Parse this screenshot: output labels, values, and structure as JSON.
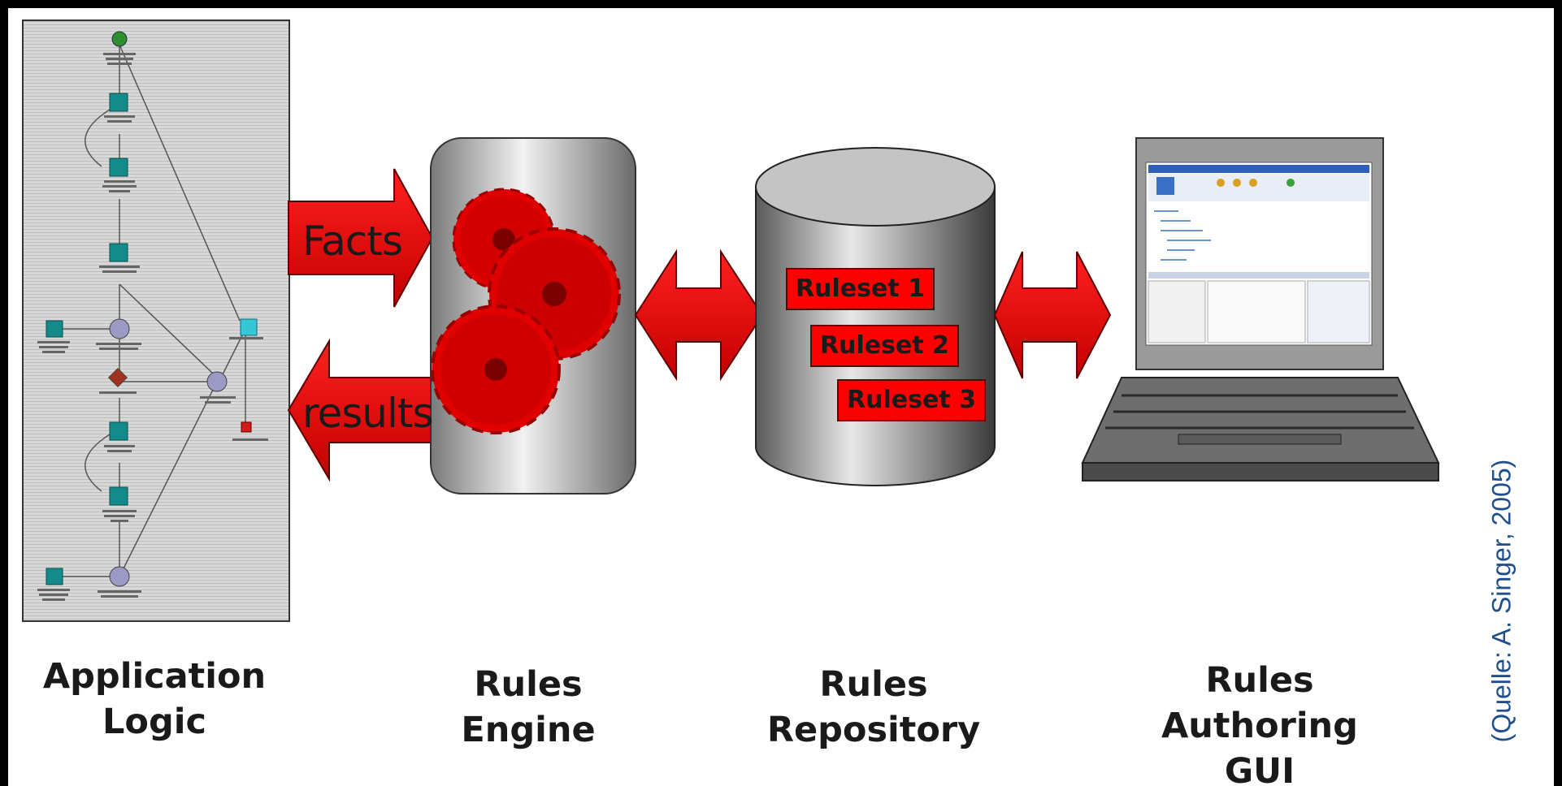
{
  "components": {
    "application_logic": {
      "line1": "Application",
      "line2": "Logic"
    },
    "rules_engine": {
      "line1": "Rules",
      "line2": "Engine"
    },
    "rules_repository": {
      "line1": "Rules",
      "line2": "Repository"
    },
    "rules_authoring_gui": {
      "line1": "Rules",
      "line2": "Authoring",
      "line3": "GUI"
    }
  },
  "arrows": {
    "facts": "Facts",
    "results": "results"
  },
  "rulesets": [
    "Ruleset 1",
    "Ruleset 2",
    "Ruleset 3"
  ],
  "citation": "(Quelle: A. Singer, 2005)",
  "colors": {
    "arrow_red": "#ee0000",
    "gear_red": "#e00000",
    "citation_blue": "#1f4e8c",
    "frame_black": "#000000"
  },
  "icons": [
    "workflow-diagram",
    "gears-icon",
    "database-cylinder-icon",
    "laptop-icon"
  ]
}
